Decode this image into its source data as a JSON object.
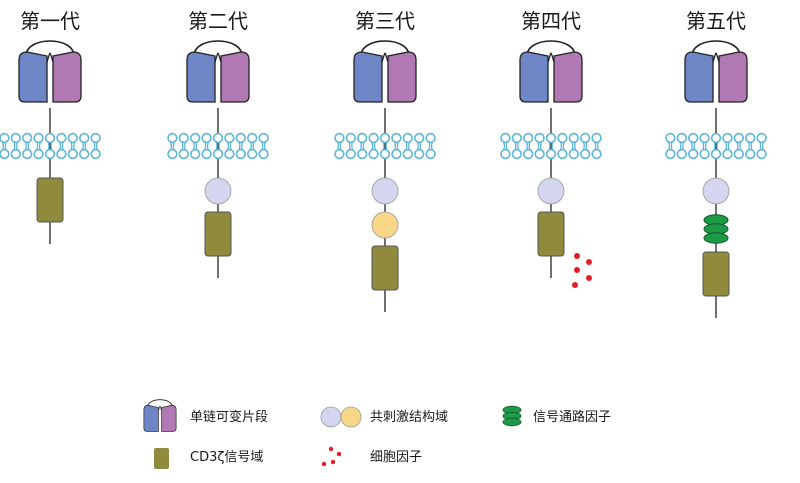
{
  "generations": [
    {
      "title": "第一代",
      "stack": [
        "cd3z"
      ]
    },
    {
      "title": "第二代",
      "stack": [
        "costim",
        "cd3z"
      ]
    },
    {
      "title": "第三代",
      "stack": [
        "costim",
        "costim2",
        "cd3z"
      ]
    },
    {
      "title": "第四代",
      "stack": [
        "costim",
        "cd3z"
      ],
      "cytokines": true
    },
    {
      "title": "第五代",
      "stack": [
        "costim",
        "pathway",
        "cd3z"
      ]
    }
  ],
  "legend": {
    "scfv": "单链可变片段",
    "costim": "共刺激结构域",
    "pathway": "信号通路因子",
    "cd3z": "CD3ζ信号域",
    "cytokine": "细胞因子"
  },
  "colors": {
    "vh": "#6f86c6",
    "vl": "#b079b3",
    "costim": "#d3d6ee",
    "costim2": "#f8d888",
    "cd3z": "#8f8a3c",
    "cytokine": "#e01f26",
    "pathway": "#1e9a47",
    "membrane": "#5cb6d6"
  }
}
